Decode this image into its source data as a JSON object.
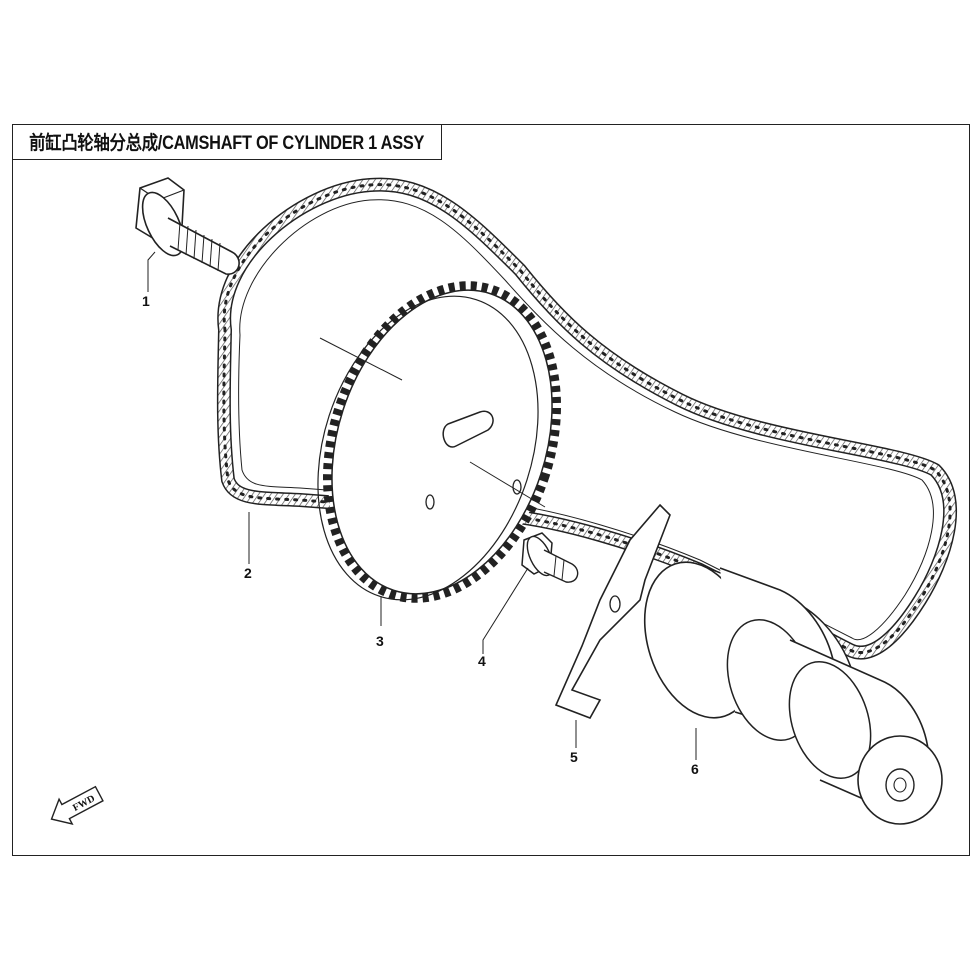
{
  "title": "前缸凸轮轴分总成/CAMSHAFT OF CYLINDER 1 ASSY",
  "parts": [
    {
      "id": "part-1",
      "label": "1"
    },
    {
      "id": "part-2",
      "label": "2"
    },
    {
      "id": "part-3",
      "label": "3"
    },
    {
      "id": "part-4",
      "label": "4"
    },
    {
      "id": "part-5",
      "label": "5"
    },
    {
      "id": "part-6",
      "label": "6"
    }
  ],
  "fwd_label": "FWD",
  "colors": {
    "line": "#222222",
    "chain_fill": "#e6e6e6",
    "background": "#ffffff"
  }
}
